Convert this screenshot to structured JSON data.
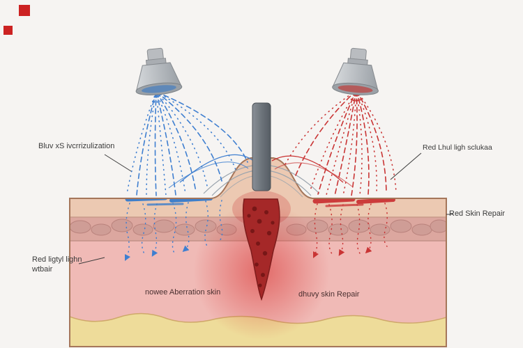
{
  "labels": {
    "blue_light": "Bluv xS ivcrrizulization",
    "red_light": "Red Lhul ligh sclukaa",
    "red_skin_repair": "Red Skin Repair",
    "red_light_repair_line1": "Red ligtyl lighn",
    "red_light_repair_line2": "wtbair",
    "bottom_left": "nowee  Aberration skin",
    "bottom_right": "dhuvy  skin Repair"
  },
  "icons": {
    "device_left": "blue-light-lamp-icon",
    "device_right": "red-light-lamp-icon",
    "probe": "gray-probe-icon",
    "markers": "red-square-marker"
  },
  "colors": {
    "background": "#f6f4f2",
    "blue_light": "#3f7fd0",
    "red_light": "#c93434",
    "epidermis": "#ecc9b2",
    "cell_band": "#dca79f",
    "dermis": "#f0bab6",
    "subcutaneous_fat": "#eedc9a",
    "skin_outline": "#a5765a",
    "device_gray": "#c2c5c9",
    "wound": "#a52828",
    "marker_red": "#cc2222"
  }
}
